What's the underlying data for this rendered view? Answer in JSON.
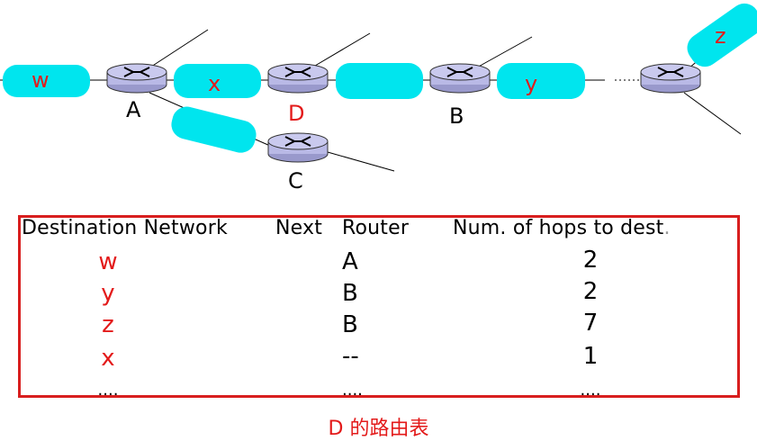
{
  "diagram": {
    "routers": [
      "A",
      "D",
      "B",
      "C"
    ],
    "networks": [
      "w",
      "x",
      "y",
      "z"
    ]
  },
  "table": {
    "headers": [
      "Destination Network",
      "Next",
      "Router",
      "Num. of hops to dest",
      "."
    ],
    "rows": [
      {
        "dest": "w",
        "next": "A",
        "hops": "2"
      },
      {
        "dest": "y",
        "next": "B",
        "hops": "2"
      },
      {
        "dest": "z",
        "next": "B",
        "hops": "7"
      },
      {
        "dest": "x",
        "next": "--",
        "hops": "1"
      },
      {
        "dest": "....",
        "next": "....",
        "hops": "...."
      }
    ]
  },
  "caption": "D 的路由表",
  "colors": {
    "network_fill": "#00e5ee",
    "router_fill": "#b9b9e6",
    "accent_red": "#e31a1a"
  }
}
